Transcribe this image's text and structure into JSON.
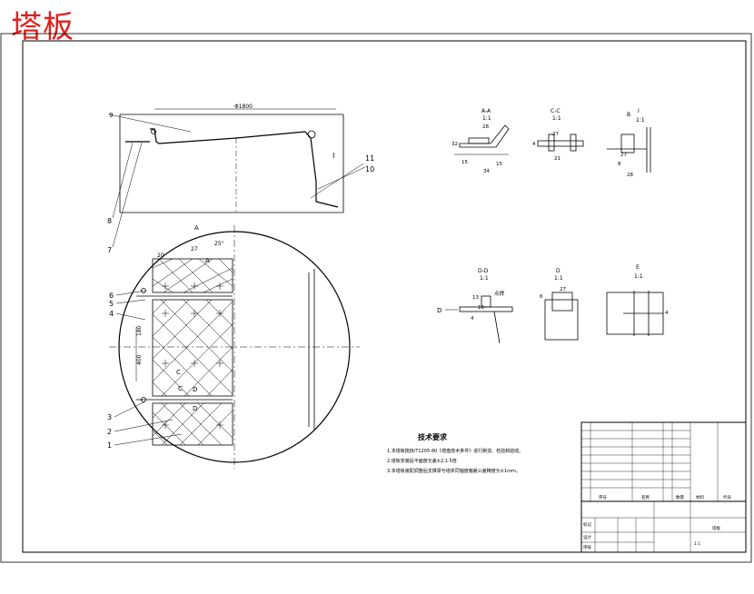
{
  "title": "塔板",
  "colors": {
    "title": "#e0201c",
    "line": "#000000"
  },
  "dims": {
    "diameter": "Φ1800",
    "a": "20",
    "b": "27",
    "c": "25°",
    "aa1": "28",
    "aa2": "32",
    "aa3": "15",
    "aa4": "15",
    "aa5": "34",
    "cc1": "27",
    "cc2": "21",
    "cc3": "4",
    "i1": "27",
    "i2": "28",
    "i3": "8",
    "dd1": "13",
    "dd2": "16",
    "dd3": "4",
    "d1": "27",
    "d2": "6",
    "e1": "4",
    "p1": "180",
    "p2": "400"
  },
  "leaders": {
    "l9": "9",
    "l11": "11",
    "l10": "10",
    "l8": "8",
    "l7": "7",
    "l6": "6",
    "l5": "5",
    "l4": "4",
    "l3": "3",
    "l2": "2",
    "l1": "1",
    "I": "I"
  },
  "section_marks": {
    "A": "A",
    "C": "C",
    "D": "D",
    "E": "E",
    "B": "B",
    "I": "I",
    "cut_A": "A",
    "cut_A2": "A",
    "cut_C": "C",
    "cut_C2": "C",
    "cut_D": "D",
    "cut_D2": "D"
  },
  "views": {
    "aa": {
      "name": "A-A",
      "scale": "1:1"
    },
    "cc": {
      "name": "C-C",
      "scale": "1:1"
    },
    "b": {
      "name": "B",
      "scale": ""
    },
    "i": {
      "name": "I",
      "scale": "1:1"
    },
    "dd": {
      "name": "D-D",
      "scale": "1:1"
    },
    "d": {
      "name": "D",
      "scale": "1:1"
    },
    "e": {
      "name": "E",
      "scale": "1:1"
    },
    "weld": "点焊"
  },
  "notes": {
    "title": "技术要求",
    "items": [
      "1.本塔板按JB/T1205-80《塔盘技术条件》进行制造、检验和验收。",
      "2.塔板安装后平面度允差±2,1.5倍.",
      "3.本塔板装配调整后支撑梁与塔体同轴度偏差公差精度为±1mm。"
    ]
  },
  "title_block": {
    "designation": "塔板",
    "sheet": "1:1",
    "header_left": "序号",
    "header_mid": "名称",
    "row_labels": [
      "标记",
      "设计",
      "审核"
    ],
    "material_col": "材料",
    "qty_col": "数量",
    "part_col": "代号"
  }
}
